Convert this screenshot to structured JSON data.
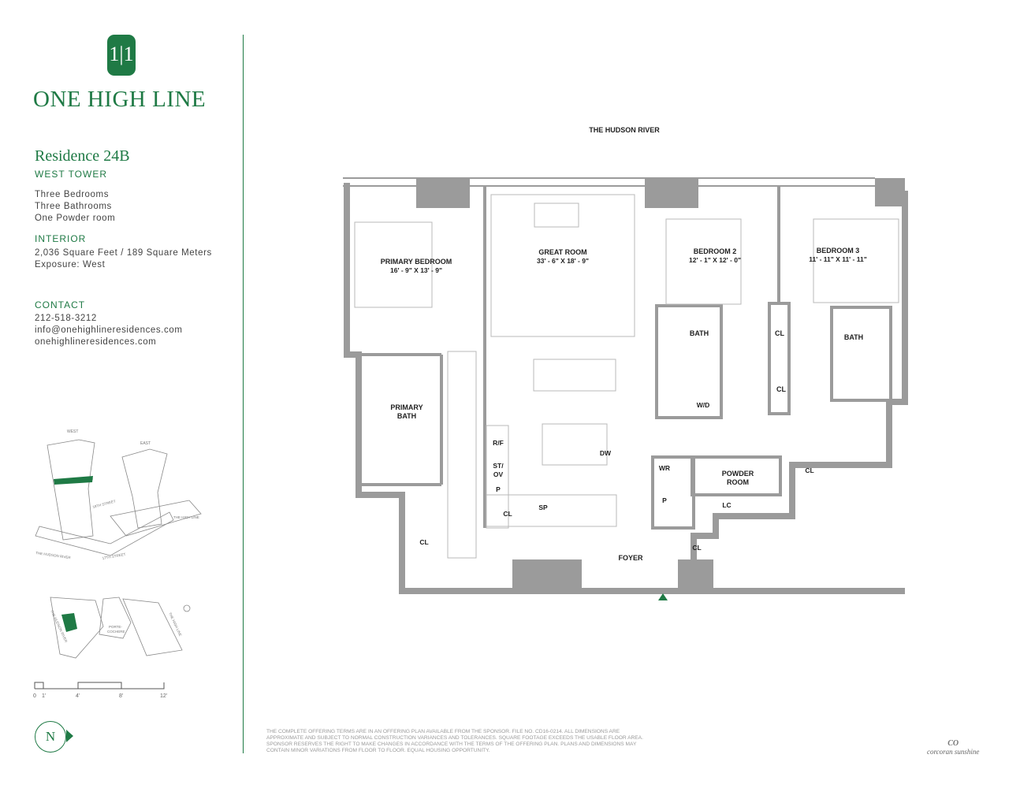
{
  "brand": {
    "logo_mark": "1|1",
    "name": "ONE HIGH LINE"
  },
  "residence": {
    "title": "Residence 24B",
    "tower": "WEST TOWER",
    "features": [
      "Three Bedrooms",
      "Three Bathrooms",
      "One Powder room"
    ]
  },
  "interior": {
    "heading": "INTERIOR",
    "area": "2,036 Square Feet / 189 Square Meters",
    "exposure": "Exposure: West"
  },
  "contact": {
    "heading": "CONTACT",
    "phone": "212-518-3212",
    "email": "info@onehighlineresidences.com",
    "website": "onehighlineresidences.com"
  },
  "building_diagram": {
    "west": "WEST",
    "east": "EAST",
    "street_18": "18TH STREET",
    "street_17": "17TH STREET",
    "high_line": "THE HIGH LINE",
    "hudson": "THE HUDSON RIVER"
  },
  "site_map": {
    "hudson": "THE HUDSON RIVER",
    "porte": "PORTE-",
    "cochere": "COCHERE",
    "high_line": "THE HIGH LINE"
  },
  "scale": {
    "ticks": [
      "0",
      "1'",
      "4'",
      "8'",
      "12'"
    ]
  },
  "north": "N",
  "plan": {
    "river": "THE HUDSON RIVER",
    "primary_bedroom": {
      "name": "PRIMARY BEDROOM",
      "dims": "16' - 9\" X 13' - 9\""
    },
    "great_room": {
      "name": "GREAT ROOM",
      "dims": "33' - 6\" X 18' - 9\""
    },
    "bedroom2": {
      "name": "BEDROOM 2",
      "dims": "12' - 1\" X 12' - 0\""
    },
    "bedroom3": {
      "name": "BEDROOM 3",
      "dims": "11' - 11\" X 11' - 11\""
    },
    "bath": "BATH",
    "bath3": "BATH",
    "cl": "CL",
    "primary_bath_1": "PRIMARY",
    "primary_bath_2": "BATH",
    "rf": "R/F",
    "st": "ST/",
    "ov": "OV",
    "p": "P",
    "dw": "DW",
    "sp": "SP",
    "wd": "W/D",
    "wr": "WR",
    "powder_1": "POWDER",
    "powder_2": "ROOM",
    "lc": "LC",
    "foyer": "FOYER"
  },
  "fine_print": "THE COMPLETE OFFERING TERMS ARE IN AN OFFERING PLAN AVAILABLE FROM THE SPONSOR. FILE NO. CD16-0214. ALL DIMENSIONS ARE APPROXIMATE AND SUBJECT TO NORMAL CONSTRUCTION VARIANCES AND TOLERANCES. SQUARE FOOTAGE EXCEEDS THE USABLE FLOOR AREA. SPONSOR RESERVES THE RIGHT TO MAKE CHANGES IN ACCORDANCE WITH THE TERMS OF THE OFFERING PLAN. PLANS AND DIMENSIONS MAY CONTAIN MINOR VARIATIONS FROM FLOOR TO FLOOR. EQUAL HOUSING OPPORTUNITY.",
  "broker": {
    "mark": "CO",
    "name": "corcoran sunshine"
  },
  "colors": {
    "brand_green": "#1f7a45",
    "wall_gray": "#9b9b9b"
  }
}
